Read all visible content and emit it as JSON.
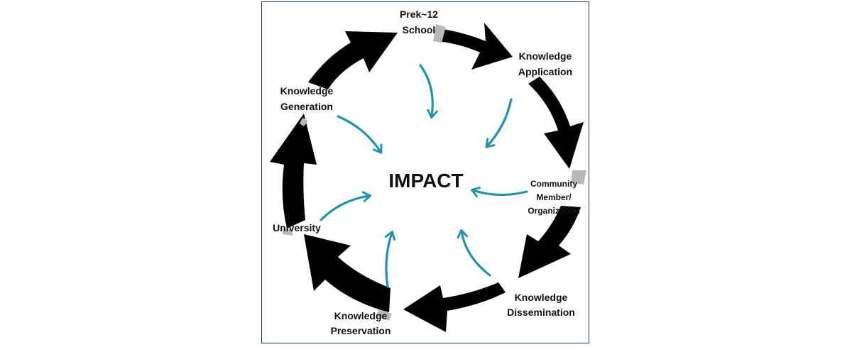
{
  "center": {
    "label": "IMPACT"
  },
  "nodes": [
    {
      "line1": "Prek~12",
      "line2": "School"
    },
    {
      "line1": "Knowledge",
      "line2": "Application"
    },
    {
      "line1": "Community",
      "line2": "Member/",
      "line3": "Organization"
    },
    {
      "line1": "Knowledge",
      "line2": "Dissemination"
    },
    {
      "line1": "Knowledge",
      "line2": "Preservation"
    },
    {
      "line1": "University"
    },
    {
      "line1": "Knowledge",
      "line2": "Generation"
    }
  ],
  "colors": {
    "cycle_arrow": "#000000",
    "impact_arrow": "#1d93ad",
    "frame_border": "#24346e",
    "label_halo": "#b8b8b8"
  }
}
